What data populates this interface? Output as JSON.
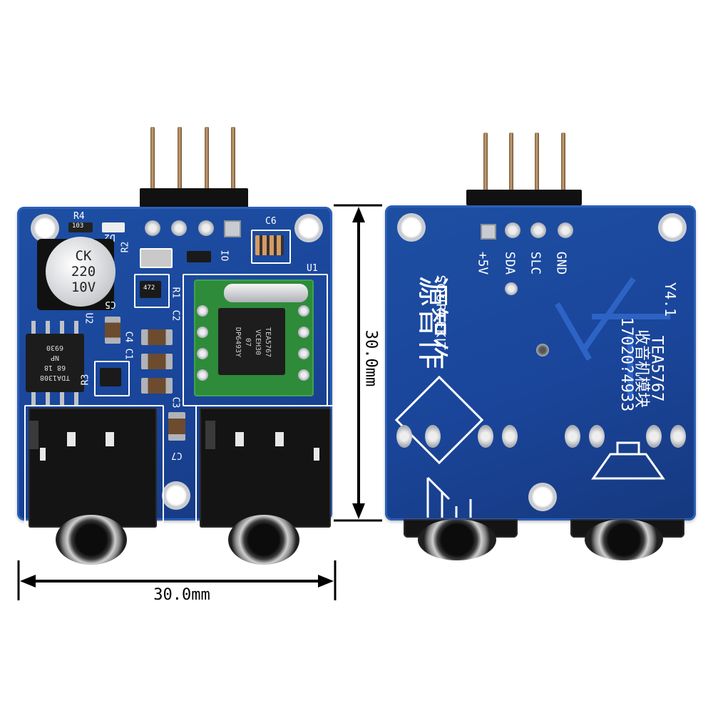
{
  "front_board": {
    "capacitor_label": [
      "CK",
      "220",
      "10V"
    ],
    "labels": {
      "r4": "R4",
      "d2": "D2",
      "r2": "R2",
      "io": "IO",
      "c6": "C6",
      "u1": "U1",
      "r1": "R1",
      "c2": "C2",
      "c5": "C5",
      "c4": "C4",
      "r3": "R3",
      "u2": "U2",
      "c3": "C3",
      "c7": "C7",
      "c1": "C1"
    },
    "ic_label": [
      "TDA1308",
      "68 18",
      "NP",
      "6930"
    ],
    "module_label": [
      "TEA5767",
      "VCEH30",
      "07",
      "DP6493Y"
    ],
    "resistor_marks": [
      "103",
      "472"
    ]
  },
  "back_board": {
    "pin_labels": [
      "+5V",
      "SDA",
      "SLC",
      "GND"
    ],
    "brand_cn": "源智作",
    "brand_en": "SOURCEKIT",
    "phone": "17020?4933",
    "module_cn": "收音机模块",
    "model": "TEA5767",
    "version": "Y4.1"
  },
  "dimensions": {
    "width_label": "30.0mm",
    "height_label": "30.0mm"
  },
  "colors": {
    "pcb_blue": "#1d4fa3",
    "silkscreen": "#ffffff",
    "module_green": "#2e8b3a",
    "jack_black": "#141414"
  }
}
